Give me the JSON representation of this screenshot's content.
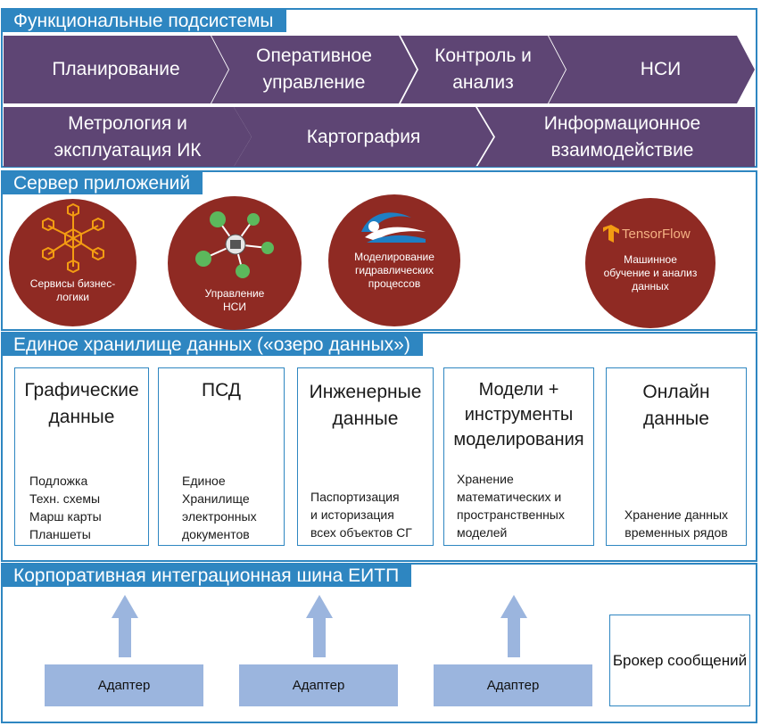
{
  "functional": {
    "title": "Функциональные подсистемы",
    "row1": [
      "Планирование",
      [
        "Оперативное",
        "управление"
      ],
      [
        "Контроль и",
        "анализ"
      ],
      "НСИ"
    ],
    "row2": [
      [
        "Метрология и",
        "эксплуатация ИК"
      ],
      "Картография",
      [
        "Информационное",
        "взаимодействие"
      ]
    ]
  },
  "app_server": {
    "title": "Сервер приложений",
    "circles": [
      {
        "label": [
          "Сервисы бизнес-",
          "логики"
        ],
        "icon": "network-cubes-icon"
      },
      {
        "label": [
          "Управление",
          "НСИ"
        ],
        "icon": "data-hub-icon"
      },
      {
        "label": [
          "Моделирование",
          "гидравлических",
          "процессов"
        ],
        "icon": "water-waves-icon"
      },
      {
        "label": [
          "Машинное",
          "обучение и анализ",
          "данных"
        ],
        "icon": "tensorflow-logo",
        "logo_text": "TensorFlow"
      }
    ]
  },
  "data_lake": {
    "title": "Единое хранилище данных («озеро данных»)",
    "cards": [
      {
        "head": [
          "Графические",
          "данные"
        ],
        "body": [
          "Подложка",
          "Техн. схемы",
          "Марш карты",
          "Планшеты"
        ]
      },
      {
        "head": [
          "ПСД"
        ],
        "body": [
          "Единое",
          "Хранилище",
          "электронных",
          "документов"
        ]
      },
      {
        "head": [
          "Инженерные",
          "данные"
        ],
        "body": [
          "Паспортизация",
          "и историзация",
          "всех объектов СГ"
        ]
      },
      {
        "head": [
          "Модели +",
          "инструменты",
          "моделирования"
        ],
        "body": [
          "Хранение",
          "математических и",
          "пространственных",
          "моделей"
        ]
      },
      {
        "head": [
          "Онлайн",
          "данные"
        ],
        "body": [
          "Хранение данных",
          "временных рядов"
        ]
      }
    ]
  },
  "bus": {
    "title": "Корпоративная интеграционная шина ЕИТП",
    "adapters": [
      "Адаптер",
      "Адаптер",
      "Адаптер"
    ],
    "broker": "Брокер сообщений"
  },
  "colors": {
    "blue": "#2e86c1",
    "purple": "#5e4574",
    "red": "#8f2a23",
    "adapter": "#9bb5de",
    "orange": "#f39c12"
  }
}
